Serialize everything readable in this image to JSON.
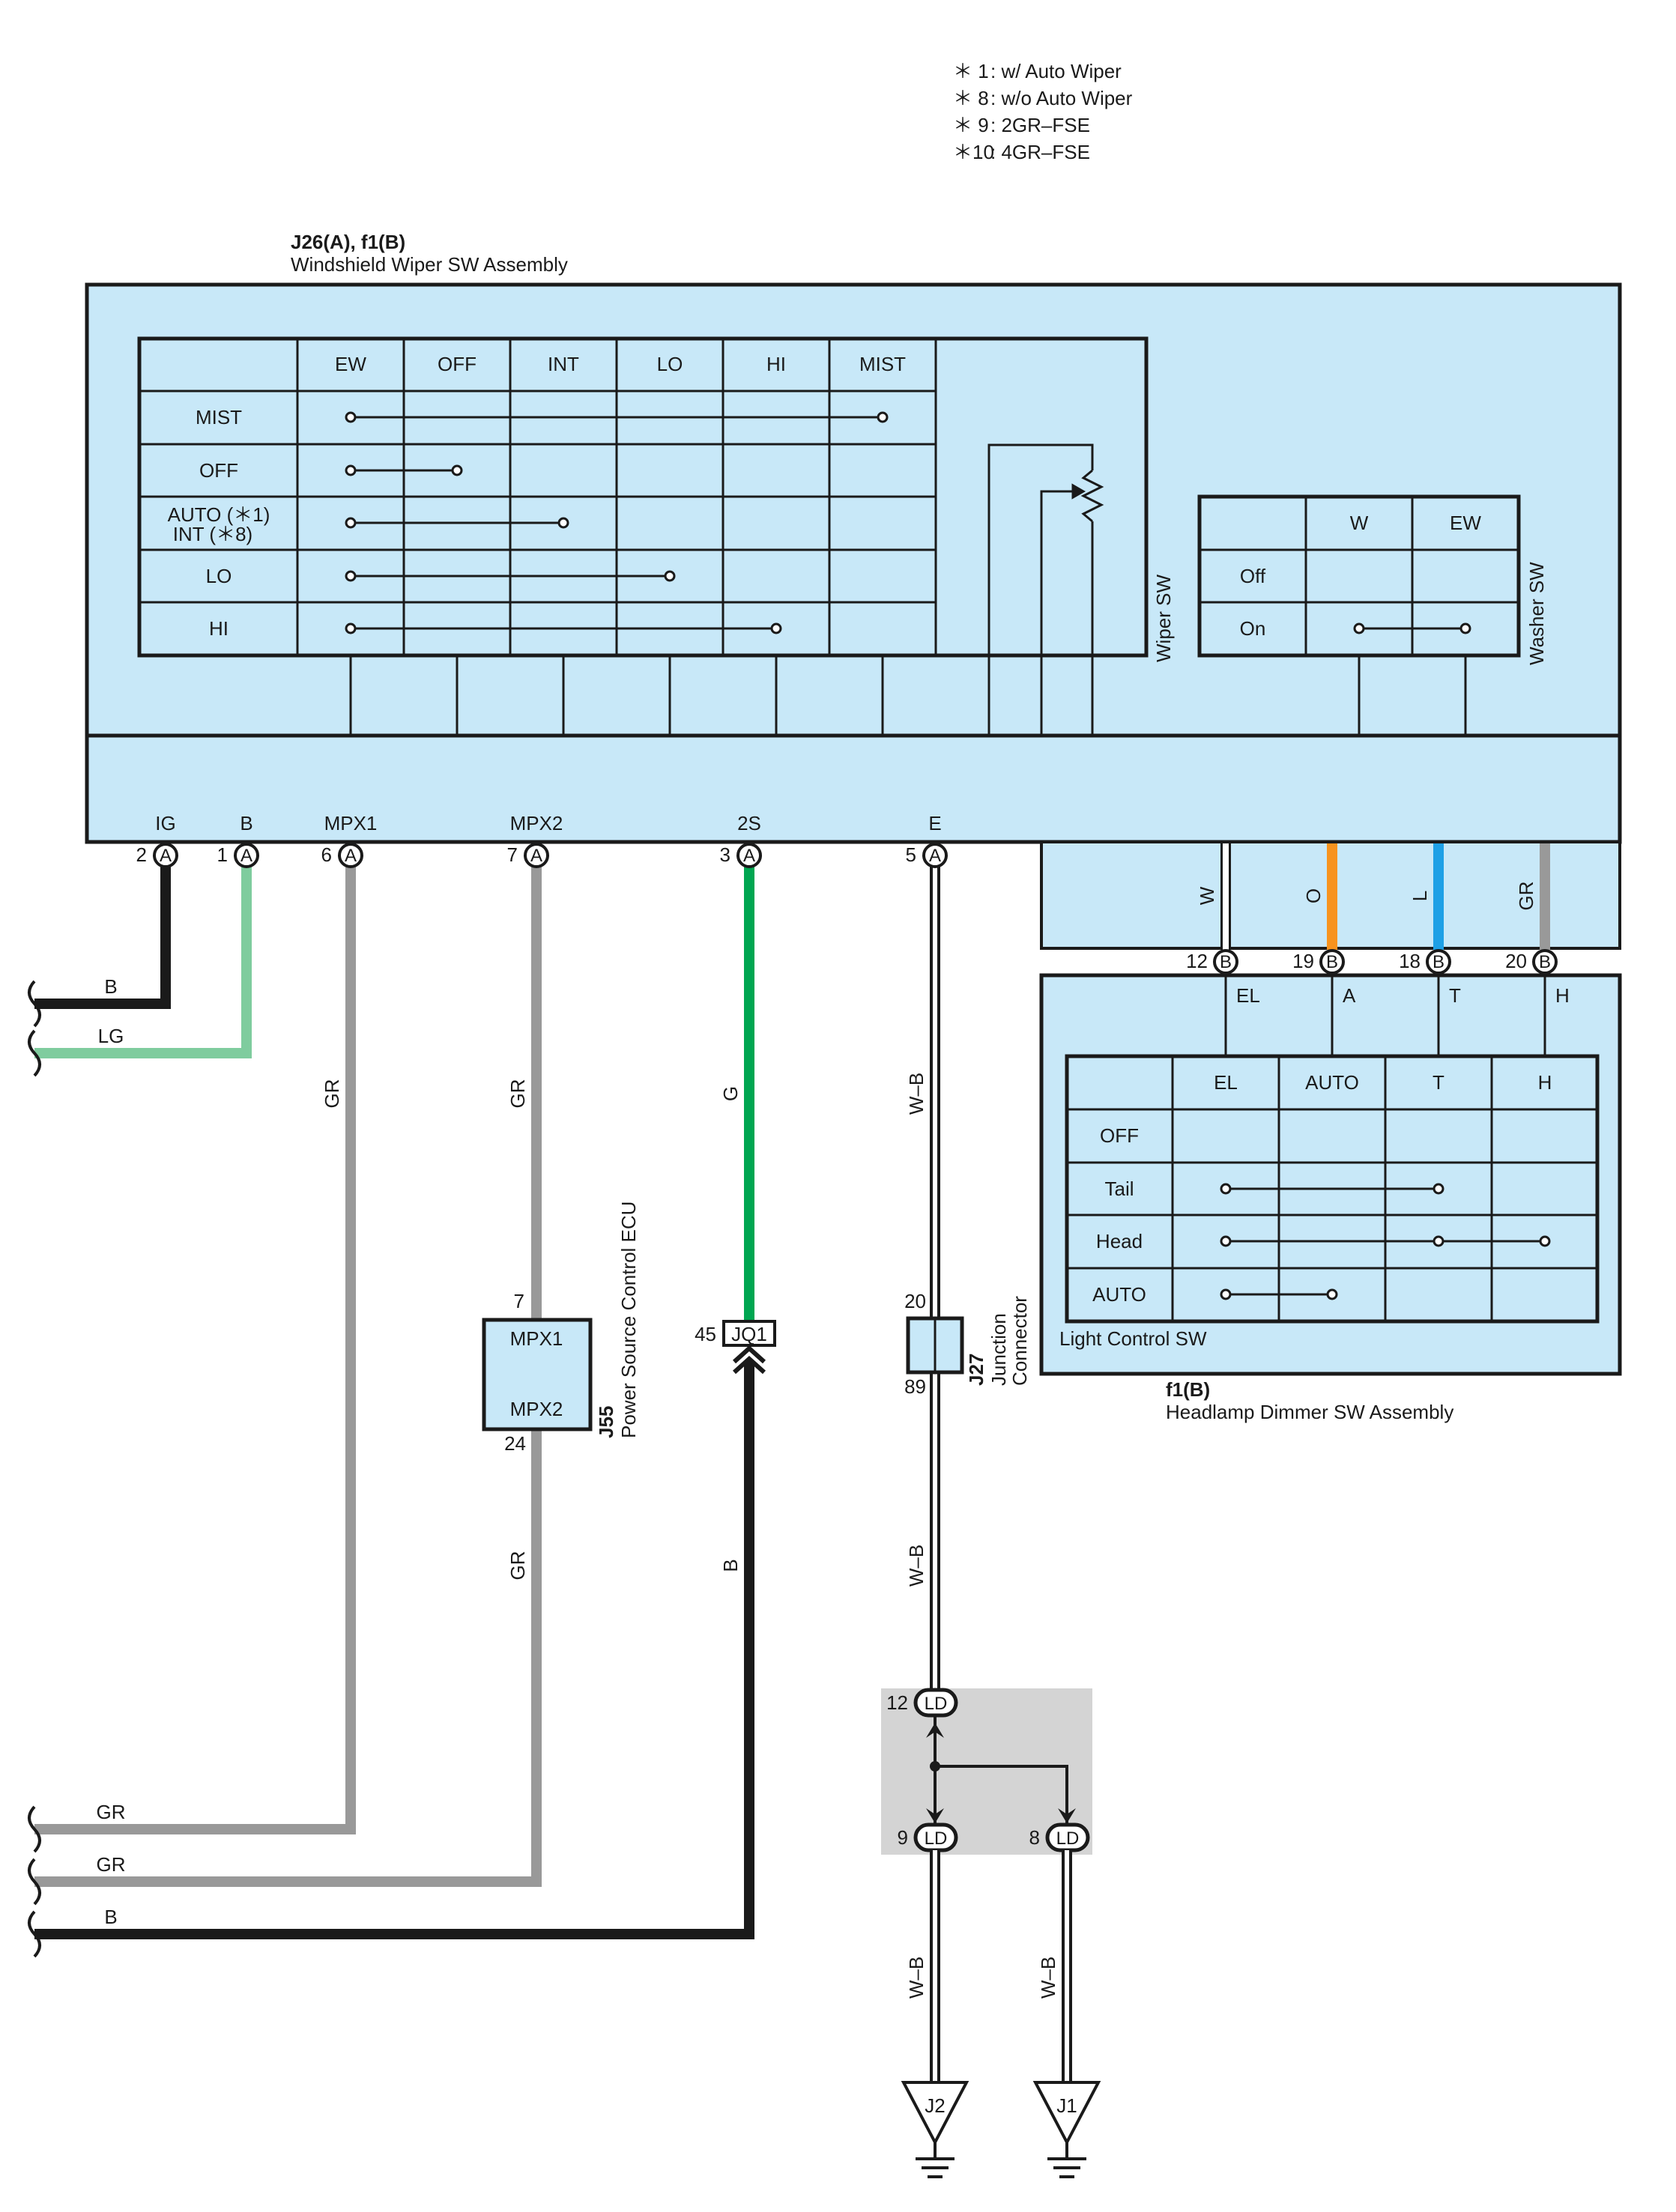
{
  "notes": [
    {
      "sym": "＊ 1",
      "text": ": w/ Auto Wiper"
    },
    {
      "sym": "＊ 8",
      "text": ": w/o Auto Wiper"
    },
    {
      "sym": "＊ 9",
      "text": ": 2GR–FSE"
    },
    {
      "sym": "＊10",
      "text": ": 4GR–FSE"
    }
  ],
  "wiper_assembly": {
    "code": "J26(A), f1(B)",
    "name": "Windshield Wiper SW Assembly",
    "wiper_sw_label": "Wiper SW",
    "washer_sw_label": "Washer SW",
    "wiper_table": {
      "columns": [
        "EW",
        "OFF",
        "INT",
        "LO",
        "HI",
        "MIST"
      ],
      "rows": [
        "MIST",
        "OFF",
        "AUTO (＊1)",
        "LO",
        "HI"
      ],
      "row3_line2": "INT (＊8)"
    },
    "washer_table": {
      "columns": [
        "W",
        "EW"
      ],
      "rows": [
        "Off",
        "On"
      ]
    },
    "terminals": [
      {
        "name": "IG",
        "pin": "2",
        "conn": "A"
      },
      {
        "name": "B",
        "pin": "1",
        "conn": "A"
      },
      {
        "name": "MPX1",
        "pin": "6",
        "conn": "A"
      },
      {
        "name": "MPX2",
        "pin": "7",
        "conn": "A"
      },
      {
        "name": "2S",
        "pin": "3",
        "conn": "A"
      },
      {
        "name": "E",
        "pin": "5",
        "conn": "A"
      }
    ]
  },
  "dimmer_wires": [
    {
      "color": "W",
      "pin": "12",
      "conn": "B",
      "term": "EL",
      "hex": "#ffffff"
    },
    {
      "color": "O",
      "pin": "19",
      "conn": "B",
      "term": "A",
      "hex": "#f7931e"
    },
    {
      "color": "L",
      "pin": "18",
      "conn": "B",
      "term": "T",
      "hex": "#1ea0e6"
    },
    {
      "color": "GR",
      "pin": "20",
      "conn": "B",
      "term": "H",
      "hex": "#999999"
    }
  ],
  "light_control": {
    "label": "Light Control SW",
    "columns": [
      "EL",
      "AUTO",
      "T",
      "H"
    ],
    "rows": [
      "OFF",
      "Tail",
      "Head",
      "AUTO"
    ]
  },
  "dimmer_assembly": {
    "code": "f1(B)",
    "name": "Headlamp Dimmer SW Assembly"
  },
  "wire_labels": {
    "ig": "B",
    "b": "LG",
    "mpx1": "GR",
    "mpx2_upper": "GR",
    "mpx2_lower": "GR",
    "s2_upper": "G",
    "s2_lower": "B",
    "e_upper": "W–B",
    "e_middle": "W–B",
    "ld9": "W–B",
    "ld8": "W–B",
    "left_bottom": [
      "GR",
      "GR",
      "B"
    ]
  },
  "power_ecu": {
    "code": "J55",
    "name": "Power Source Control ECU",
    "pin_top": "7",
    "pin_bottom": "24",
    "port_top": "MPX1",
    "port_bottom": "MPX2"
  },
  "jq1": {
    "pin": "45",
    "label": "JQ1"
  },
  "junction": {
    "code": "J27",
    "name1": "Junction",
    "name2": "Connector",
    "pin_top": "20",
    "pin_bottom": "89"
  },
  "ld_connectors": [
    {
      "pin": "12",
      "label": "LD"
    },
    {
      "pin": "9",
      "label": "LD"
    },
    {
      "pin": "8",
      "label": "LD"
    }
  ],
  "grounds": [
    "J2",
    "J1"
  ],
  "colors": {
    "fill": "#c8e8f8",
    "green": "#00a651",
    "light_green": "#7fcc9e",
    "gray": "#999999",
    "shade": "#d4d4d4"
  }
}
